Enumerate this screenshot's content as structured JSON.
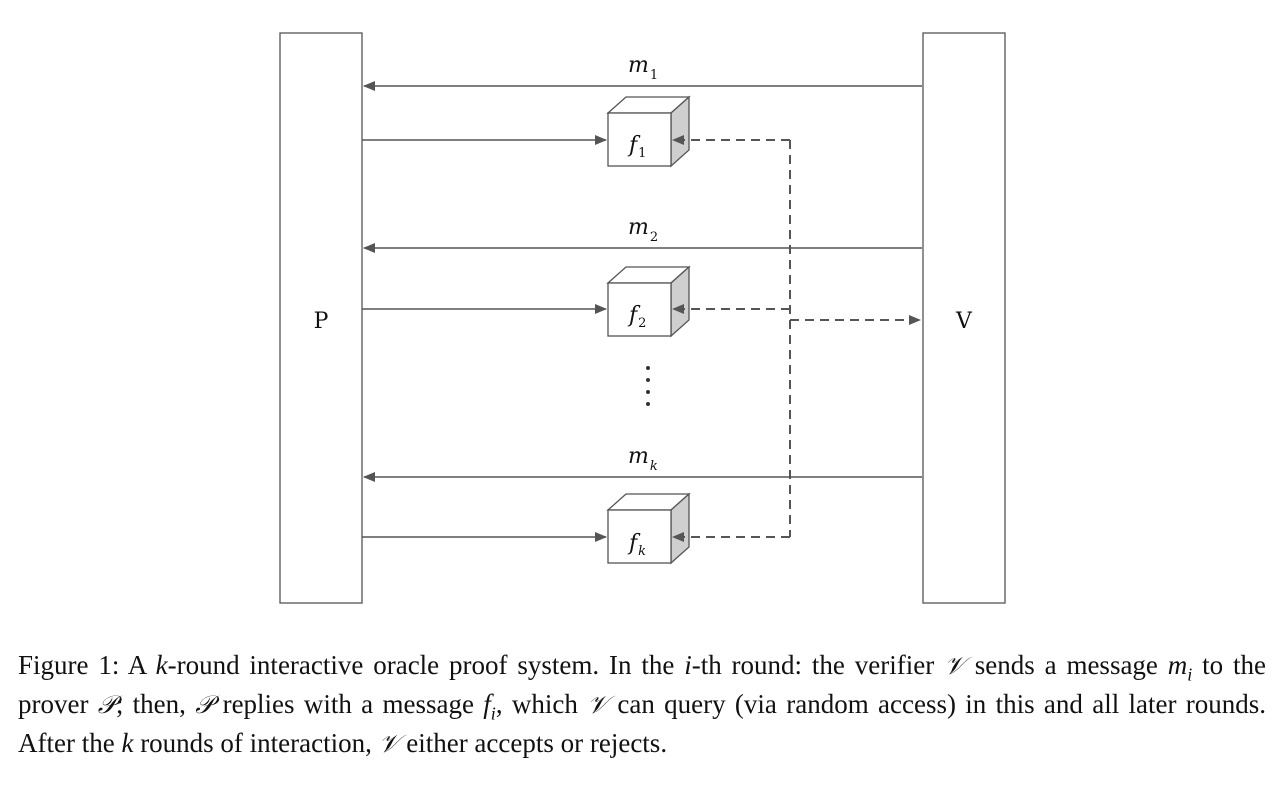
{
  "prover_label": "P",
  "verifier_label": "V",
  "rounds": [
    {
      "message": {
        "base": "m",
        "sub": "1"
      },
      "oracle": {
        "base": "f",
        "sub": "1"
      }
    },
    {
      "message": {
        "base": "m",
        "sub": "2"
      },
      "oracle": {
        "base": "f",
        "sub": "2"
      }
    },
    {
      "message": {
        "base": "m",
        "sub": "k"
      },
      "oracle": {
        "base": "f",
        "sub": "k"
      }
    }
  ],
  "ellipsis": "⋮",
  "caption": {
    "figure": "Figure 1:",
    "A": "A",
    "k": "k",
    "t1": "-round interactive oracle proof system. In the",
    "i": "i",
    "t2": "-th round: the verifier",
    "V": "𝒱",
    "t3": "sends a message",
    "m": "m",
    "msub": "i",
    "t4": "to the prover",
    "P": "𝒫",
    "t5": "; then,",
    "t6": "replies with a message",
    "f": "f",
    "fsub": "i",
    "t7": ", which",
    "t8": "can query (via random access) in this and all later rounds. After the",
    "t9": "rounds of interaction,",
    "t10": "either accepts or rejects."
  },
  "colors": {
    "line": "#555555",
    "box_border": "#555555",
    "cube_side": "#cfcfcf",
    "text": "#111111"
  }
}
